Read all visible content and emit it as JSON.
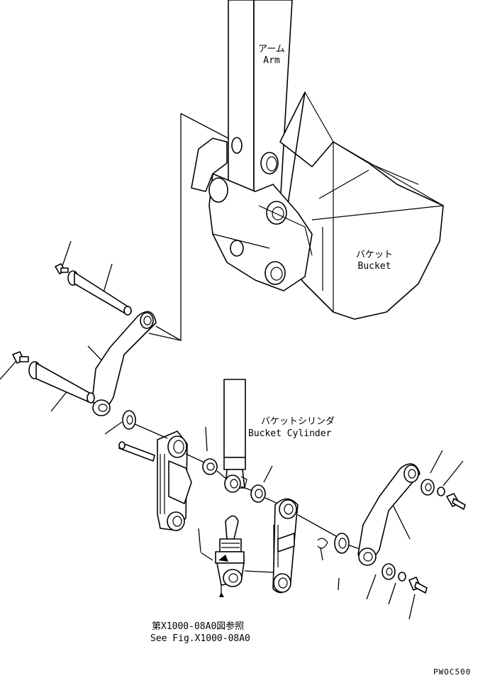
{
  "labels": {
    "arm_jp": "アーム",
    "arm_en": "Arm",
    "bucket_jp": "バケット",
    "bucket_en": "Bucket",
    "cylinder_jp": "バケットシリンダ",
    "cylinder_en": "Bucket Cylinder",
    "ref_jp": "第X1000-08A0図参照",
    "ref_en": "See Fig.X1000-08A0",
    "drawing_code": "PWOC500"
  }
}
